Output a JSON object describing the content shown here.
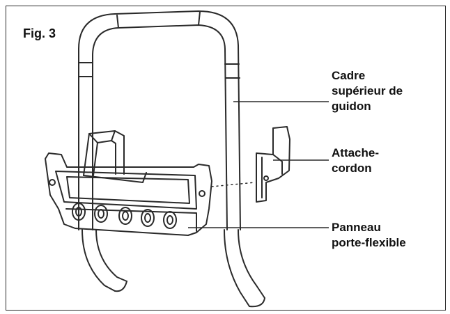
{
  "figure": {
    "title": "Fig. 3",
    "callouts": [
      {
        "lines": [
          "Cadre",
          "supérieur de",
          "guidon"
        ]
      },
      {
        "lines": [
          "Attache-",
          "cordon"
        ]
      },
      {
        "lines": [
          "Panneau",
          "porte-flexible"
        ]
      }
    ]
  },
  "colors": {
    "line": "#2a2a2a",
    "background": "#ffffff"
  }
}
